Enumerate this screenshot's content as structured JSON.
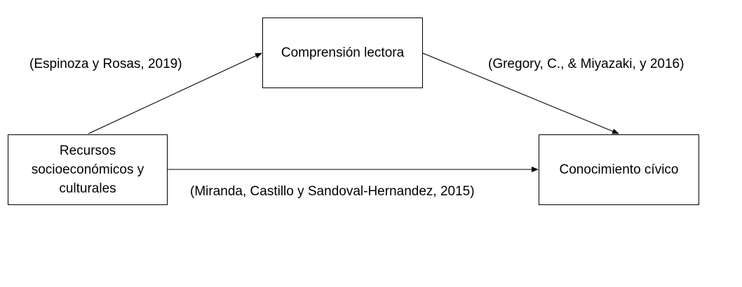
{
  "nodes": {
    "comprension": "Comprensión lectora",
    "recursos": "Recursos socioeconómicos y culturales",
    "conocimiento": "Conocimiento cívico"
  },
  "citations": {
    "espinoza": "(Espinoza y Rosas, 2019)",
    "gregory": "(Gregory, C., & Miyazaki, y 2016)",
    "miranda": "(Miranda, Castillo y Sandoval-Hernandez, 2015)"
  },
  "edges": [
    {
      "from": "recursos",
      "to": "comprension",
      "citation": "espinoza"
    },
    {
      "from": "comprension",
      "to": "conocimiento",
      "citation": "gregory"
    },
    {
      "from": "recursos",
      "to": "conocimiento",
      "citation": "miranda"
    }
  ],
  "colors": {
    "line": "#000000",
    "background": "#ffffff"
  }
}
